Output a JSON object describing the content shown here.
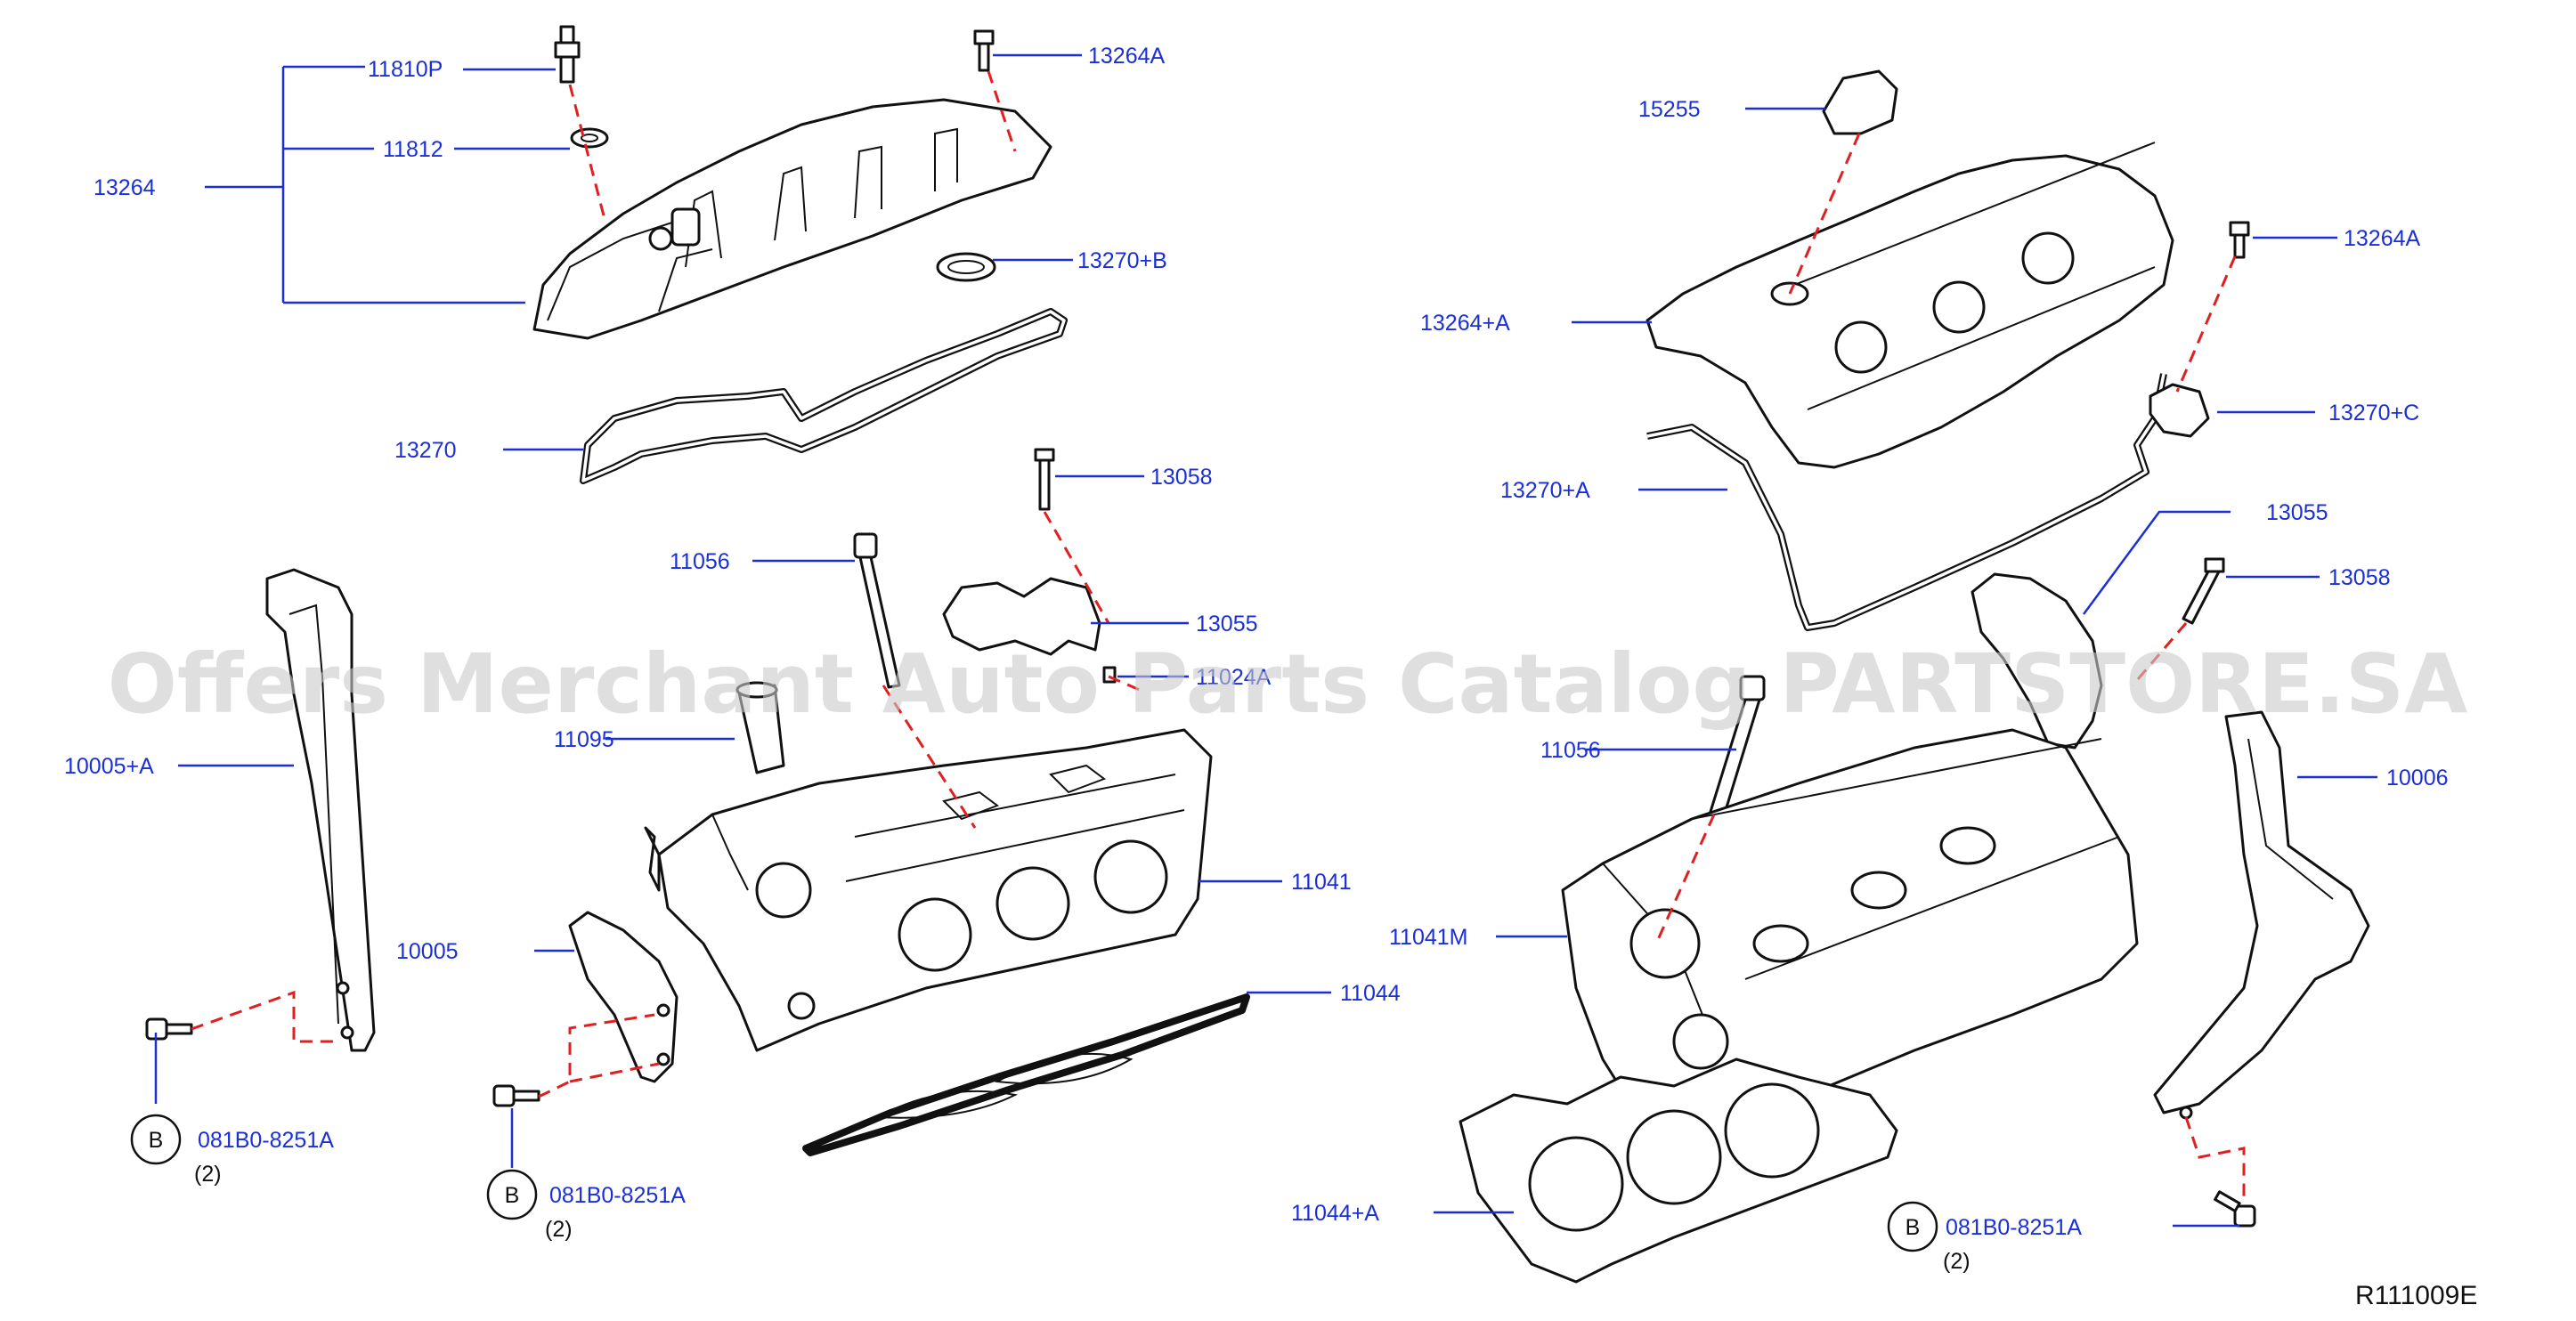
{
  "watermark": "Offers Merchant Auto Parts Catalog PARTSTORE.SA",
  "reference_code": "R111009E",
  "labels": {
    "l11810P": "11810P",
    "l13264A_top": "13264A",
    "l11812": "11812",
    "l13264": "13264",
    "l13270B": "13270+B",
    "l13270": "13270",
    "l13058_left": "13058",
    "l11056_left": "11056",
    "l13055_left": "13055",
    "l11024A": "11024A",
    "l11095": "11095",
    "l10005A": "10005+A",
    "l11041": "11041",
    "l10005": "10005",
    "l11044": "11044",
    "l15255": "15255",
    "l13264A_right": "13264A",
    "l13264plusA": "13264+A",
    "l13270C": "13270+C",
    "l13270A": "13270+A",
    "l13055_right": "13055",
    "l13058_right": "13058",
    "l11056_right": "11056",
    "l10006": "10006",
    "l11041M": "11041M",
    "l11044A": "11044+A"
  },
  "bolt_refs": [
    {
      "circle": "B",
      "part": "081B0-8251A",
      "qty": "(2)"
    },
    {
      "circle": "B",
      "part": "081B0-8251A",
      "qty": "(2)"
    },
    {
      "circle": "B",
      "part": "081B0-8251A",
      "qty": "(2)"
    }
  ],
  "colors": {
    "label": "#1b2fd6",
    "dashed_line": "#e02020",
    "line_art": "#111111",
    "watermark": "#c9c9c9"
  }
}
